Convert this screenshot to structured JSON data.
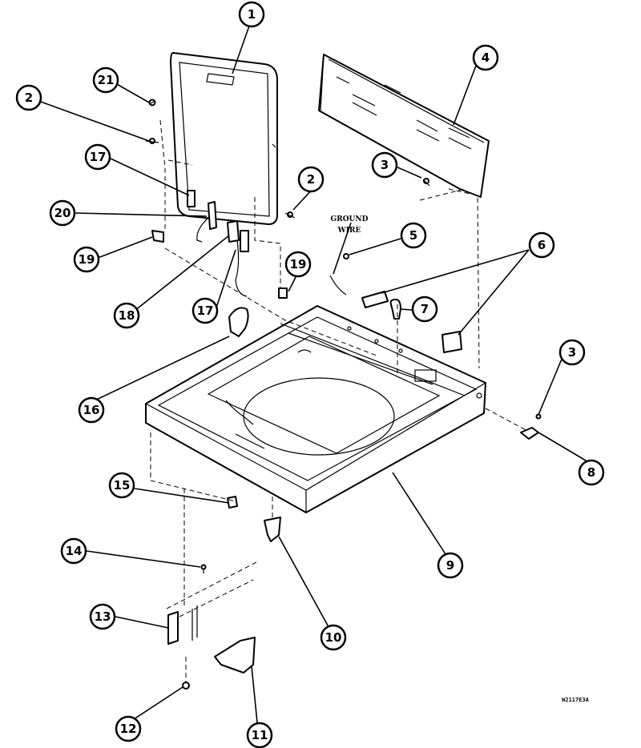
{
  "diagram": {
    "callouts": [
      {
        "id": "1",
        "text": "1"
      },
      {
        "id": "2a",
        "text": "2"
      },
      {
        "id": "21",
        "text": "21"
      },
      {
        "id": "4",
        "text": "4"
      },
      {
        "id": "3a",
        "text": "3"
      },
      {
        "id": "2b",
        "text": "2"
      },
      {
        "id": "17a",
        "text": "17"
      },
      {
        "id": "20",
        "text": "20"
      },
      {
        "id": "19a",
        "text": "19"
      },
      {
        "id": "5",
        "text": "5"
      },
      {
        "id": "6",
        "text": "6"
      },
      {
        "id": "19b",
        "text": "19"
      },
      {
        "id": "18",
        "text": "18"
      },
      {
        "id": "17b",
        "text": "17"
      },
      {
        "id": "7",
        "text": "7"
      },
      {
        "id": "16",
        "text": "16"
      },
      {
        "id": "3b",
        "text": "3"
      },
      {
        "id": "8",
        "text": "8"
      },
      {
        "id": "15",
        "text": "15"
      },
      {
        "id": "9",
        "text": "9"
      },
      {
        "id": "14",
        "text": "14"
      },
      {
        "id": "13",
        "text": "13"
      },
      {
        "id": "10",
        "text": "10"
      },
      {
        "id": "12",
        "text": "12"
      },
      {
        "id": "11",
        "text": "11"
      }
    ],
    "ground_wire_label": [
      "GROUND",
      "WIRE"
    ],
    "drawing_code": "W2117E3A"
  }
}
